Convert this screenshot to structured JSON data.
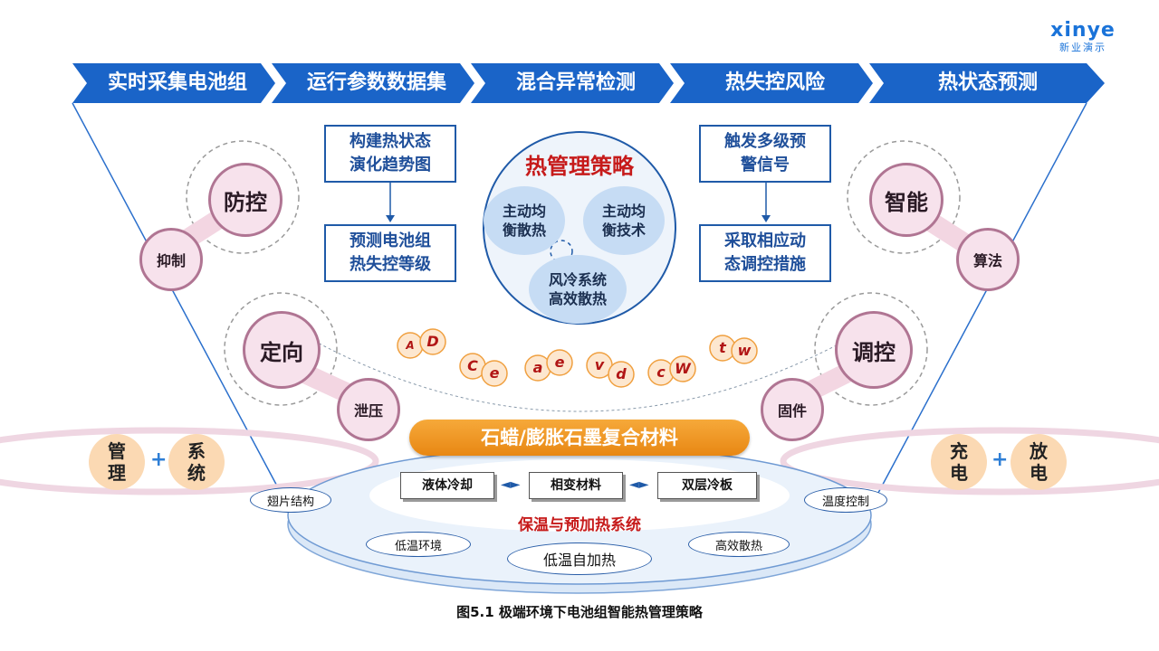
{
  "logo": {
    "word": "xinye",
    "sub": "新业演示"
  },
  "chevrons": [
    "实时采集电池组",
    "运行参数数据集",
    "混合异常检测",
    "热失控风险",
    "热状态预测"
  ],
  "left_boxes": {
    "top": "构建热状态\n演化趋势图",
    "bottom": "预测电池组\n热失控等级"
  },
  "right_boxes": {
    "top": "触发多级预\n警信号",
    "bottom": "采取相应动\n态调控措施"
  },
  "strategy": {
    "title": "热管理策略",
    "bubbles": [
      "主动均\n衡散热",
      "主动均\n衡技术",
      "风冷系统\n高效散热"
    ]
  },
  "left_circles": [
    {
      "main": "防控",
      "sub": "抑制"
    },
    {
      "main": "定向",
      "sub": "泄压"
    }
  ],
  "right_circles": [
    {
      "main": "智能",
      "sub": "算法"
    },
    {
      "main": "调控",
      "sub": "固件"
    }
  ],
  "letter_pairs": [
    [
      "A",
      "D"
    ],
    [
      "C",
      "e"
    ],
    [
      "a",
      "e"
    ],
    [
      "v",
      "d"
    ],
    [
      "c",
      "W"
    ],
    [
      "t",
      "w"
    ]
  ],
  "material_bar": "石蜡/膨胀石墨复合材料",
  "materials": [
    "液体冷却",
    "相变材料",
    "双层冷板"
  ],
  "system_title": "保温与预加热系统",
  "pills": [
    "翅片结构",
    "温度控制",
    "低温环境",
    "低温自加热",
    "高效散热"
  ],
  "left_pair": [
    "管\n理",
    "系\n统"
  ],
  "right_pair": [
    "充\n电",
    "放\n电"
  ],
  "plus": "+",
  "caption": "图5.1 极端环境下电池组智能热管理策略",
  "colors": {
    "chevron": "#1a64c8",
    "accent_red": "#c61a1a",
    "orange": "#ee9425",
    "pink": "#f7e2ec"
  }
}
